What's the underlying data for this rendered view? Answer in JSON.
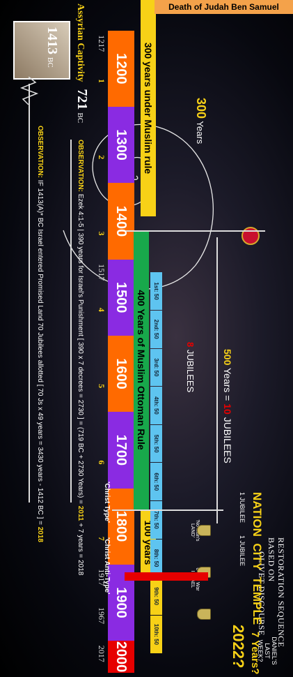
{
  "death_banner": "Death of Judah Ben Samuel",
  "title": {
    "line1": "Restoration Sequence based on",
    "line2": "Olivet Discourse"
  },
  "nation_city_temple": "NATION  CITY  TEMPLE",
  "jubilee_labels": [
    "1 JUBILEE",
    "1 JUBILEE"
  ],
  "daniels_week": "DANIEL'S LAST WEEK?",
  "seven_years": "7 Years?",
  "year_2022": "2022?",
  "span_500": {
    "prefix": "500",
    "mid": " Years = ",
    "num": "10",
    "suffix": " JUBILEES"
  },
  "span_8": {
    "num": "8",
    "suffix": " JUBILEES"
  },
  "span_300": {
    "num": "300",
    "suffix": " Years"
  },
  "centuries": [
    "1200",
    "1300",
    "1400",
    "1500",
    "1600",
    "1700",
    "1800",
    "1900",
    "2000"
  ],
  "stripes": {
    "muslim_rule": "300 years under Muslim rule",
    "ottoman_rule": "400 Years of Muslim Ottoman Rule",
    "hundred": "100 years"
  },
  "jubilee_segments": [
    "1st: 50",
    "2nd: 50",
    "3rd: 50",
    "4th: 50",
    "5th: 50",
    "6th: 50",
    "7th: 50",
    "8th: 50",
    "9th: 50",
    "10th: 50"
  ],
  "year_ticks": [
    "1217",
    "1517",
    "1917",
    "1967",
    "2017"
  ],
  "count_ticks": [
    "1",
    "2",
    "3",
    "4",
    "5",
    "6",
    "7"
  ],
  "events": [
    "'No-Man's LAND'",
    "6-Day War ISRAEL"
  ],
  "christ_type": "'Christ Type'",
  "christ_anti_type": "'Christ Anti-Type'",
  "assyrian": {
    "label": "Assyrian Captivity",
    "year": "721",
    "era": "BC"
  },
  "bc1413": {
    "year": "1413",
    "era": "BC"
  },
  "obs1": {
    "lead": "OBSERVATION:",
    "text": " Ezek 4:1-5  | 390 years for Israel's Punishment  [ 390 x 7 decrees = 2730 ] = (719 BC + 2730 Years) = ",
    "bold": "2011",
    "tail": " + 7 years = 2018"
  },
  "obs2": {
    "lead": "OBSERVATION:",
    "text": " IF 1413(A)* BC Israel entered Promised Land 70 Jubilees allotted [ 70 Js x 49 years = 3430 years - 1412 BC ] = ",
    "bold": "2018"
  },
  "colors": {
    "orange": "#ff6a00",
    "purple": "#8a2be2",
    "yellow": "#f7d117",
    "green": "#18a84b",
    "lightblue": "#5ec4f0",
    "red": "#e60000",
    "banner": "#f4a24a"
  }
}
